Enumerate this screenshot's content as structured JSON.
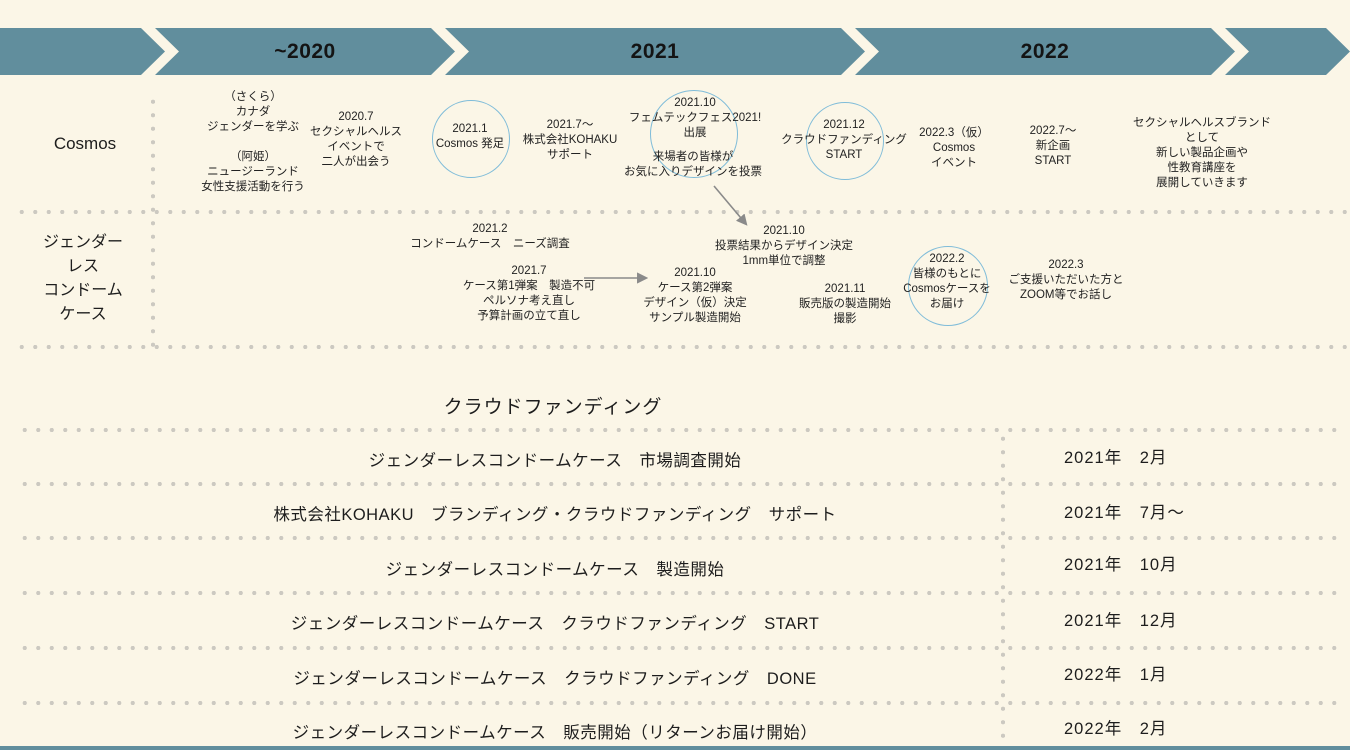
{
  "colors": {
    "background": "#FBF6E7",
    "band_teal": "#618E9D",
    "circle_border": "#7FBCD9",
    "dot_gray": "#CCC9C1",
    "arrow_gray": "#8A8A8A",
    "text": "#1D1D1D"
  },
  "header": {
    "segments": [
      "",
      "~2020",
      "2021",
      "2022",
      ""
    ]
  },
  "timeline": {
    "rows": [
      {
        "label": "Cosmos",
        "events": [
          "（さくら）\nカナダ\nジェンダーを学ぶ\n\n（阿姫）\nニュージーランド\n女性支援活動を行う",
          "2020.7\nセクシャルヘルス\nイベントで\n二人が出会う",
          "2021.1\nCosmos 発足",
          "2021.7～\n株式会社KOHAKU\nサポート",
          "2021.10\nフェムテックフェス2021!\n出展",
          "来場者の皆様が\nお気に入りデザインを投票",
          "2021.12\nクラウドファンディング\nSTART",
          "2022.3（仮）\nCosmos\nイベント",
          "2022.7～\n新企画\nSTART",
          "セクシャルヘルスブランドとして\n新しい製品企画や\n性教育講座を\n展開していきます"
        ]
      },
      {
        "label": "ジェンダー\nレス\nコンドーム\nケース",
        "events": [
          "2021.2\nコンドームケース　ニーズ調査",
          "2021.7\nケース第1弾案　製造不可\nペルソナ考え直し\n予算計画の立て直し",
          "2021.10\n投票結果からデザイン決定\n1mm単位で調整",
          "2021.10\nケース第2弾案\nデザイン（仮）決定\nサンプル製造開始",
          "2021.11\n販売版の製造開始\n撮影",
          "2022.2\n皆様のもとに\nCosmosケースを\nお届け",
          "2022.3\nご支援いただいた方と\nZOOM等でお話し"
        ]
      }
    ]
  },
  "crowdfunding": {
    "title": "クラウドファンディング",
    "rows": [
      {
        "item": "ジェンダーレスコンドームケース　市場調査開始",
        "date": "2021年　2月"
      },
      {
        "item": "株式会社KOHAKU　ブランディング・クラウドファンディング　サポート",
        "date": "2021年　7月～"
      },
      {
        "item": "ジェンダーレスコンドームケース　製造開始",
        "date": "2021年　10月"
      },
      {
        "item": "ジェンダーレスコンドームケース　クラウドファンディング　START",
        "date": "2021年　12月"
      },
      {
        "item": "ジェンダーレスコンドームケース　クラウドファンディング　DONE",
        "date": "2022年　1月"
      },
      {
        "item": "ジェンダーレスコンドームケース　販売開始（リターンお届け開始）",
        "date": "2022年　2月"
      }
    ]
  }
}
